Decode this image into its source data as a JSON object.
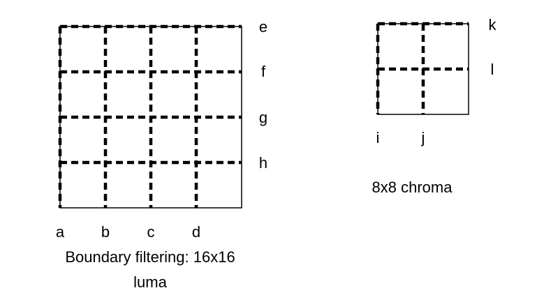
{
  "luma": {
    "column_labels": [
      "a",
      "b",
      "c",
      "d"
    ],
    "row_labels": [
      "e",
      "f",
      "g",
      "h"
    ],
    "caption_line1": "Boundary filtering: 16x16",
    "caption_line2": "luma",
    "grid_cells": 4
  },
  "chroma": {
    "column_labels": [
      "i",
      "j"
    ],
    "row_labels": [
      "k",
      "l"
    ],
    "caption": "8x8 chroma",
    "grid_cells": 2
  }
}
